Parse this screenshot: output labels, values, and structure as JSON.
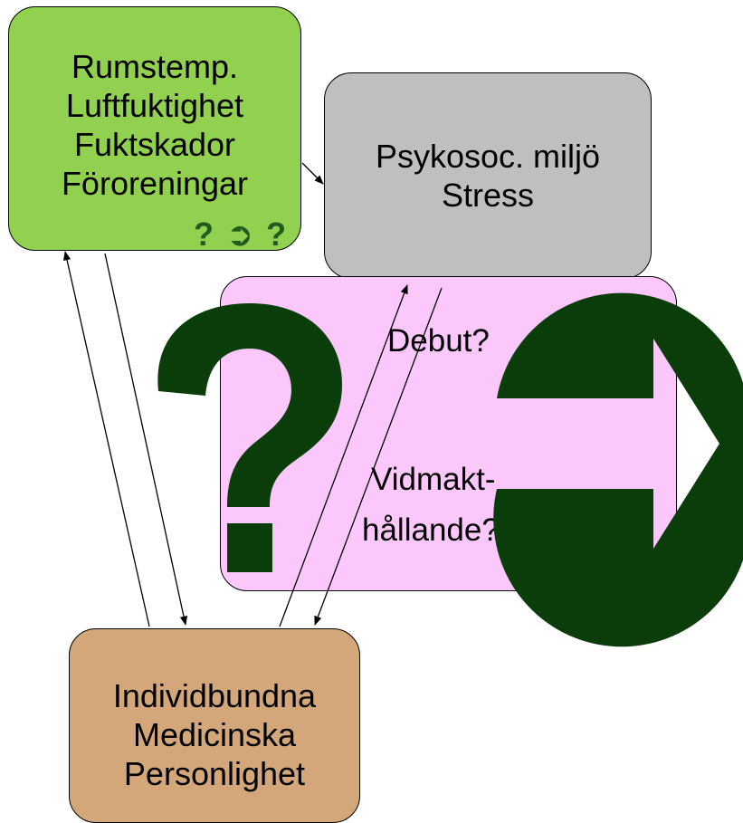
{
  "environment_box": {
    "lines": [
      "Rumstemp.",
      "Luftfuktighet",
      "Fuktskador",
      "Föroreningar"
    ],
    "color": "#92d050"
  },
  "psychosocial_box": {
    "lines": [
      "Psykosoc. miljö",
      "Stress"
    ],
    "color": "#bfbfbf"
  },
  "outcome_box": {
    "debut": "Debut?",
    "maintenance_line1": "Vidmakt-",
    "maintenance_line2": "hållande?",
    "color": "#fcc8fc"
  },
  "individual_box": {
    "lines": [
      "Individbundna",
      "Medicinska",
      "Personlighet"
    ],
    "color": "#d3a77a"
  },
  "small_symbols": "? ➲ ?",
  "overlay": {
    "color": "#0b3d0b",
    "symbols": [
      "question-mark-icon",
      "arrow-circle-icon"
    ]
  }
}
